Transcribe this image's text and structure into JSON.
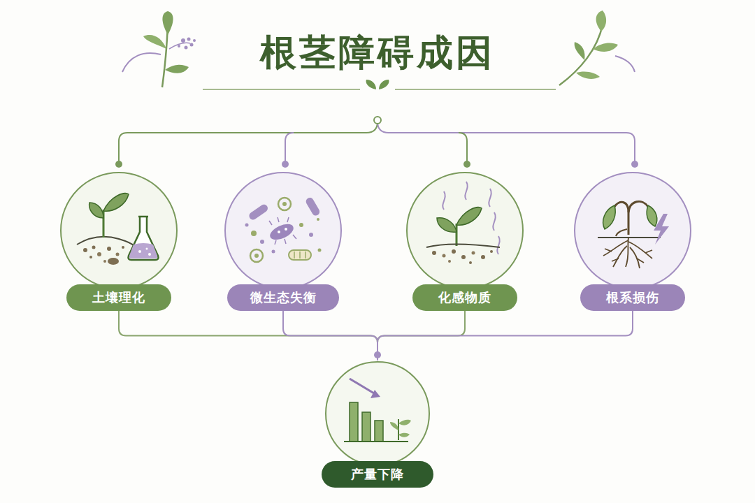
{
  "diagram": {
    "title": "根茎障碍成因",
    "nodes": [
      {
        "text": [
          "土壤理化"
        ]
      },
      {
        "text": [
          "微生态失衡"
        ]
      },
      {
        "text": [
          "化感物质"
        ]
      },
      {
        "text": [
          "根系损伤"
        ]
      },
      {
        "text": [
          "产量下降"
        ]
      }
    ],
    "edges": [
      {
        "from": 0,
        "to": 4,
        "arrow": "none"
      },
      {
        "from": 1,
        "to": 4,
        "arrow": "none"
      },
      {
        "from": 2,
        "to": 4,
        "arrow": "none"
      },
      {
        "from": 3,
        "to": 4,
        "arrow": "none"
      }
    ]
  }
}
